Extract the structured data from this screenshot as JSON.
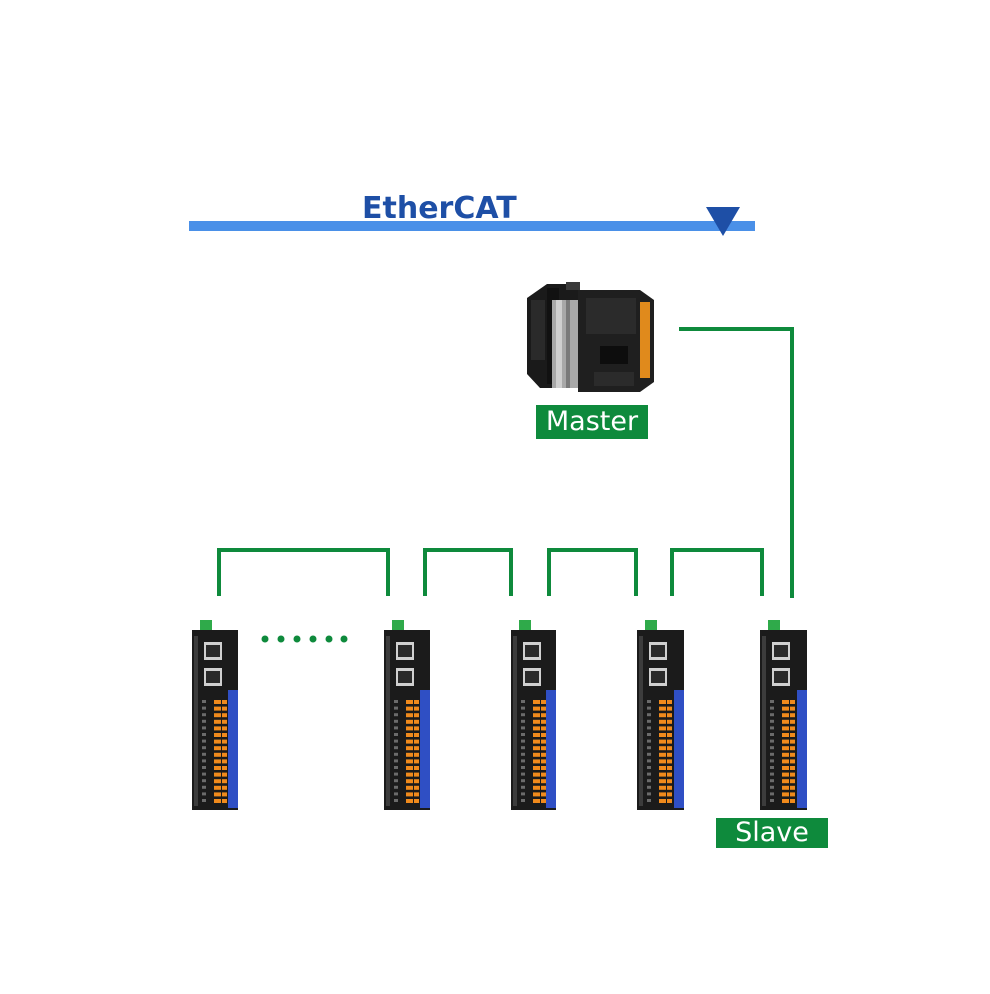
{
  "bus": {
    "label": "EtherCAT",
    "color": "#4a90e8",
    "arrow_color": "#1e4fa6"
  },
  "master": {
    "label": "Master",
    "icon": "plc-controller-icon"
  },
  "slave": {
    "label": "Slave",
    "icon": "io-module-icon",
    "visible_modules": 5
  },
  "ellipsis": "......",
  "colors": {
    "link": "#0e8a3c",
    "tag_bg": "#0e8a3c",
    "tag_text": "#ffffff",
    "module_body": "#1b1b1b",
    "module_side": "#2f4fc4",
    "terminal": "#f08a1c"
  }
}
